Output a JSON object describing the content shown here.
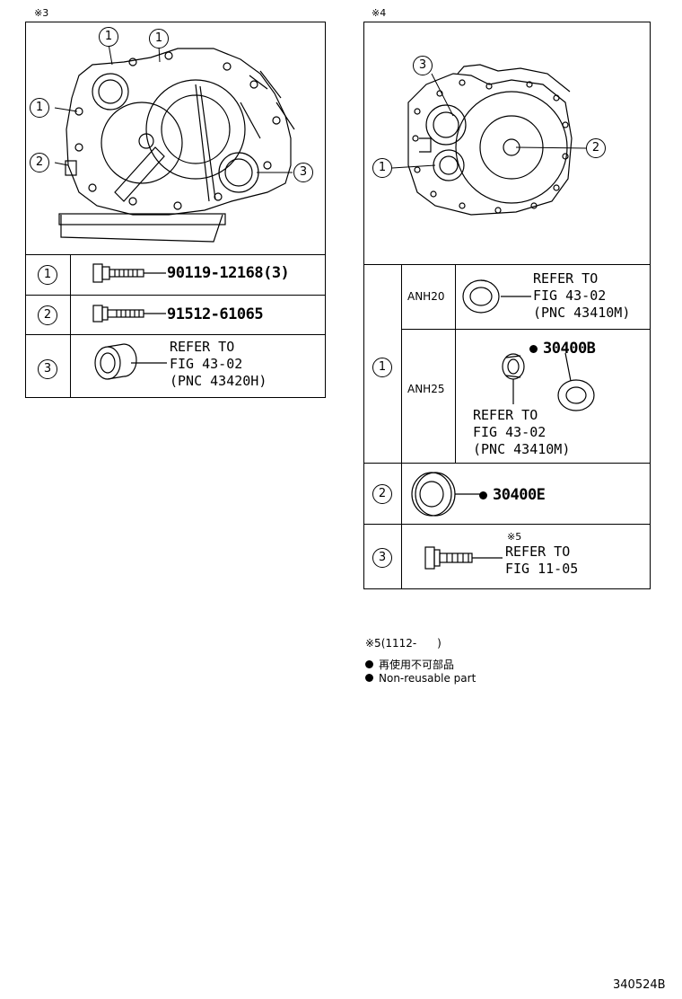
{
  "left": {
    "section_mark": "※3",
    "callouts": [
      "1",
      "1",
      "1",
      "2",
      "3"
    ],
    "rows": [
      {
        "num": "1",
        "part": "90119-12168(3)"
      },
      {
        "num": "2",
        "part": "91512-61065"
      },
      {
        "num": "3",
        "refer": [
          "REFER TO",
          "FIG 43-02",
          "(PNC 43420H)"
        ]
      }
    ]
  },
  "right": {
    "section_mark": "※4",
    "callouts": [
      "3",
      "1",
      "2"
    ],
    "row1": {
      "num": "1",
      "anh20": {
        "model": "ANH20",
        "refer": [
          "REFER TO",
          "FIG 43-02",
          "(PNC 43410M)"
        ]
      },
      "anh25": {
        "model": "ANH25",
        "part": "30400B",
        "refer": [
          "REFER TO",
          "FIG 43-02",
          "(PNC 43410M)"
        ]
      }
    },
    "row2": {
      "num": "2",
      "part": "30400E"
    },
    "row3": {
      "num": "3",
      "note_mark": "※5",
      "refer": [
        "REFER TO",
        "FIG 11-05"
      ]
    }
  },
  "footnote": {
    "mark": "※5(1112-      )",
    "legend_jp": "再使用不可部品",
    "legend_en": "Non-reusable part"
  },
  "diagram_id": "340524B"
}
